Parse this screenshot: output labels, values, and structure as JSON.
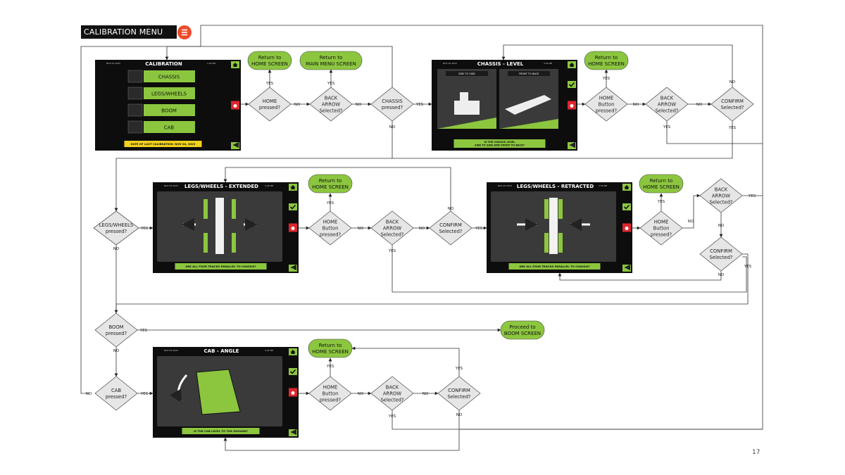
{
  "header": {
    "title": "CALIBRATION MENU",
    "icon": "menu-icon"
  },
  "page_number": "17",
  "colors": {
    "green": "#8cc63f",
    "dark": "#1c1c1c",
    "red": "#e0262f",
    "gray_diamond": "#e6e6e6",
    "title_bg": "#111111",
    "title_icon": "#ee4b2b"
  },
  "screens": {
    "calibration": {
      "date": "NOV 05 2023",
      "title": "CALIBRATION",
      "time": "3:40 PM",
      "items": [
        "CHASSIS",
        "LEGS/WHEELS",
        "BOOM",
        "CAB"
      ],
      "footer": "DATE OF LAST CALIBRATION: NOV 04, 2023"
    },
    "chassis_level": {
      "date": "NOV 05 2023",
      "title": "CHASSIS - LEVEL",
      "time": "3:40 PM",
      "left_label": "SIDE TO SIDE",
      "right_label": "FRONT TO BACK",
      "footer_line1": "IS THE CHASSIS LEVEL",
      "footer_line2": "SIDE TO SIDE AND FRONT TO BACK?"
    },
    "legs_extended": {
      "date": "NOV 05 2023",
      "title": "LEGS/WHEELS - EXTENDED",
      "time": "3:40 PM",
      "footer": "ARE ALL FOUR TRACKS PARALLEL TO CHASSIS?"
    },
    "legs_retracted": {
      "date": "NOV 05 2023",
      "title": "LEGS/WHEELS - RETRACTED",
      "time": "3:40 PM",
      "footer": "ARE ALL FOUR TRACKS PARALLEL TO CHASSIS?"
    },
    "cab_angle": {
      "date": "NOV 05 2023",
      "title": "CAB - ANGLE",
      "time": "3:40 PM",
      "footer": "IS THE CAB LEVEL TO THE GROUND?"
    }
  },
  "terminals": {
    "t1": [
      "Return to",
      "HOME SCREEN"
    ],
    "t2": [
      "Return to",
      "MAIN MENU SCREEN"
    ],
    "t3": [
      "Return to",
      "HOME SCREEN"
    ],
    "t4": [
      "Return to",
      "HOME SCREEN"
    ],
    "t5": [
      "Return to",
      "HOME SCREEN"
    ],
    "t6": [
      "Proceed to",
      "BOOM SCREEN"
    ],
    "t7": [
      "Return to",
      "HOME SCREEN"
    ]
  },
  "decisions": {
    "d1": [
      "HOME",
      "pressed?"
    ],
    "d2": [
      "BACK",
      "ARROW",
      "Selected?"
    ],
    "d3": [
      "CHASSIS",
      "pressed?"
    ],
    "d4": [
      "HOME",
      "Button",
      "pressed?"
    ],
    "d5": [
      "BACK",
      "ARROW",
      "Selected?"
    ],
    "d6": [
      "CONFIRM",
      "Selected?"
    ],
    "d7": [
      "LEGS/WHEELS",
      "pressed?"
    ],
    "d8": [
      "HOME",
      "Button",
      "pressed?"
    ],
    "d9": [
      "BACK",
      "ARROW",
      "Selected?"
    ],
    "d10": [
      "CONFIRM",
      "Selected?"
    ],
    "d11": [
      "HOME",
      "Button",
      "pressed?"
    ],
    "d12": [
      "BACK",
      "ARROW",
      "Selected?"
    ],
    "d13": [
      "CONFIRM",
      "Selected?"
    ],
    "d14": [
      "BOOM",
      "pressed?"
    ],
    "d15": [
      "CAB",
      "pressed?"
    ],
    "d16": [
      "HOME",
      "Button",
      "pressed?"
    ],
    "d17": [
      "BACK",
      "ARROW",
      "Selected?"
    ],
    "d18": [
      "CONFIRM",
      "Selected?"
    ]
  },
  "edge_labels": {
    "yes": "YES",
    "no": "NO"
  }
}
